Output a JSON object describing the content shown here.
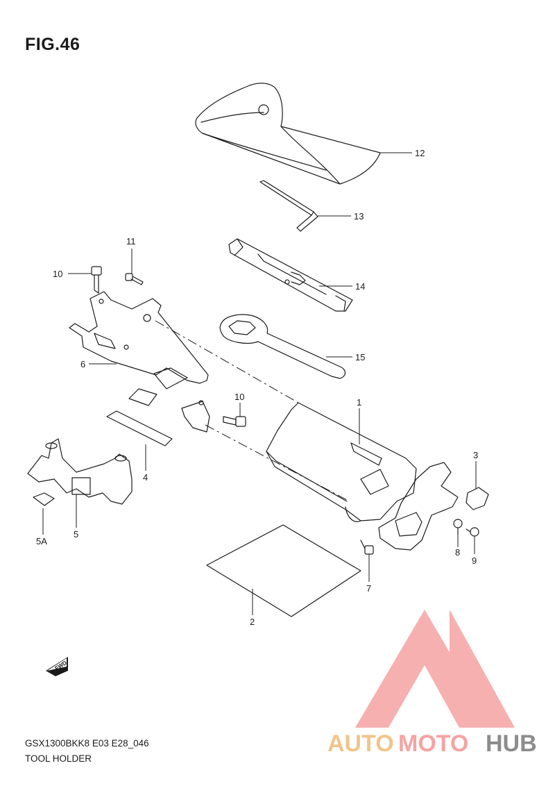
{
  "figure": {
    "title": "FIG.46",
    "model_code": "GSX1300BKK8 E03 E28_046",
    "description": "TOOL HOLDER"
  },
  "fwd_arrow": {
    "label": "FWD",
    "icon": "fwd-arrow-icon"
  },
  "callouts": [
    {
      "id": "12",
      "label": "12"
    },
    {
      "id": "13",
      "label": "13"
    },
    {
      "id": "14",
      "label": "14"
    },
    {
      "id": "15",
      "label": "15"
    },
    {
      "id": "11",
      "label": "11"
    },
    {
      "id": "10a",
      "label": "10"
    },
    {
      "id": "6",
      "label": "6"
    },
    {
      "id": "10b",
      "label": "10"
    },
    {
      "id": "1",
      "label": "1"
    },
    {
      "id": "4",
      "label": "4"
    },
    {
      "id": "3",
      "label": "3"
    },
    {
      "id": "5",
      "label": "5"
    },
    {
      "id": "5A",
      "label": "5A"
    },
    {
      "id": "8",
      "label": "8"
    },
    {
      "id": "9",
      "label": "9"
    },
    {
      "id": "7",
      "label": "7"
    },
    {
      "id": "2",
      "label": "2"
    }
  ],
  "watermark": {
    "part1": "AUTO",
    "part2": "MOTO",
    "part3": "HUB",
    "colors": {
      "auto": "#f2c48a",
      "moto": "#f5a3a3",
      "hub": "#8c8c8c",
      "logo": "#f6a3a3"
    }
  }
}
